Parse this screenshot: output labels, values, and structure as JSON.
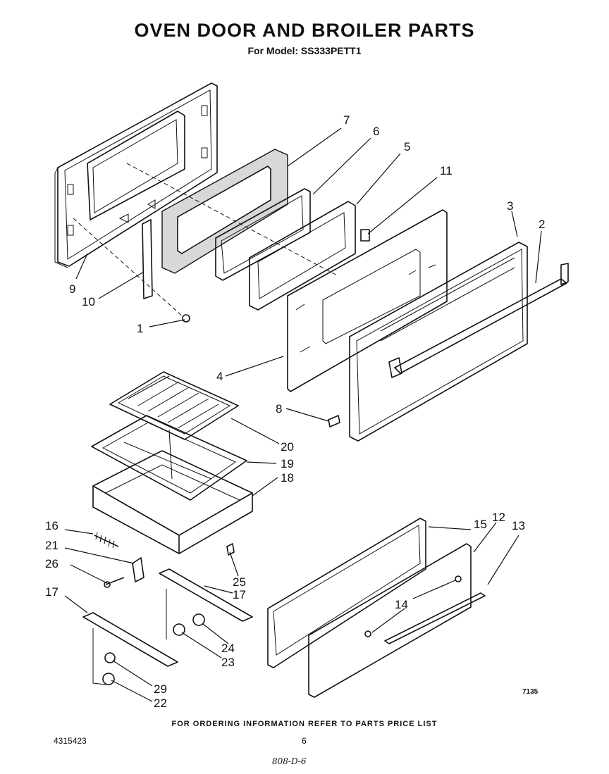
{
  "header": {
    "title": "OVEN DOOR AND BROILER PARTS",
    "subtitle": "For Model: SS333PETT1"
  },
  "callouts": {
    "c1": "1",
    "c2": "2",
    "c3": "3",
    "c4": "4",
    "c5": "5",
    "c6": "6",
    "c7": "7",
    "c8": "8",
    "c9": "9",
    "c10": "10",
    "c11": "11",
    "c12": "12",
    "c13": "13",
    "c14": "14",
    "c15": "15",
    "c16": "16",
    "c17a": "17",
    "c17b": "17",
    "c18": "18",
    "c19": "19",
    "c20": "20",
    "c21": "21",
    "c22": "22",
    "c23": "23",
    "c24": "24",
    "c25": "25",
    "c26": "26",
    "c29": "29"
  },
  "figure_number": "7135",
  "footer": {
    "ordering_note": "FOR ORDERING INFORMATION REFER TO PARTS PRICE LIST",
    "doc_number": "4315423",
    "page_number": "6",
    "handwritten_note": "808-D-6"
  }
}
